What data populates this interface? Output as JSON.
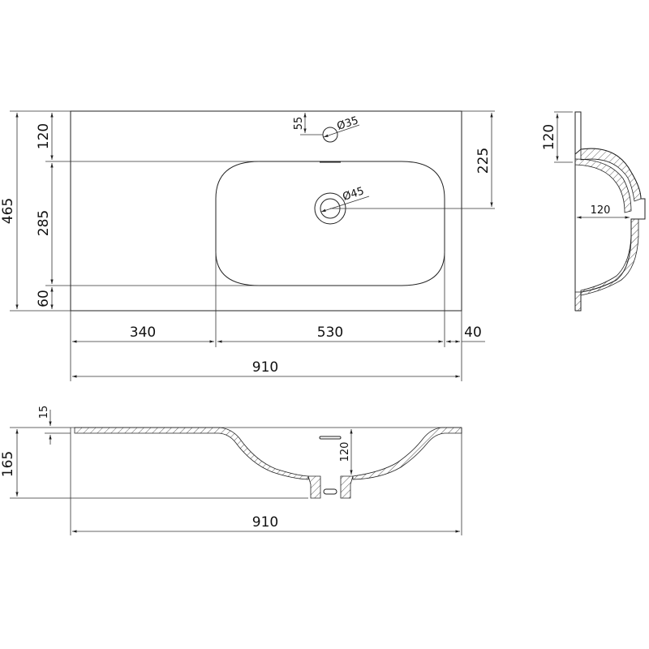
{
  "drawing": {
    "title": "Washbasin technical drawing",
    "colors": {
      "line": "#222222",
      "background": "#ffffff"
    },
    "top_view": {
      "dimensions": {
        "total_depth": "465",
        "back_edge_to_bowl": "120",
        "bowl_depth": "285",
        "front_edge": "60",
        "tap_hole_offset": "55",
        "tap_hole_diameter": "Ø35",
        "drain_diameter": "Ø45",
        "drain_from_back": "225",
        "left_deck": "340",
        "bowl_width": "530",
        "right_edge": "40",
        "total_width": "910"
      }
    },
    "side_section": {
      "dimensions": {
        "back_height": "120",
        "bowl_depth": "120"
      }
    },
    "front_section": {
      "dimensions": {
        "top_thickness": "15",
        "total_height": "165",
        "bowl_depth": "120",
        "total_width": "910"
      }
    }
  }
}
